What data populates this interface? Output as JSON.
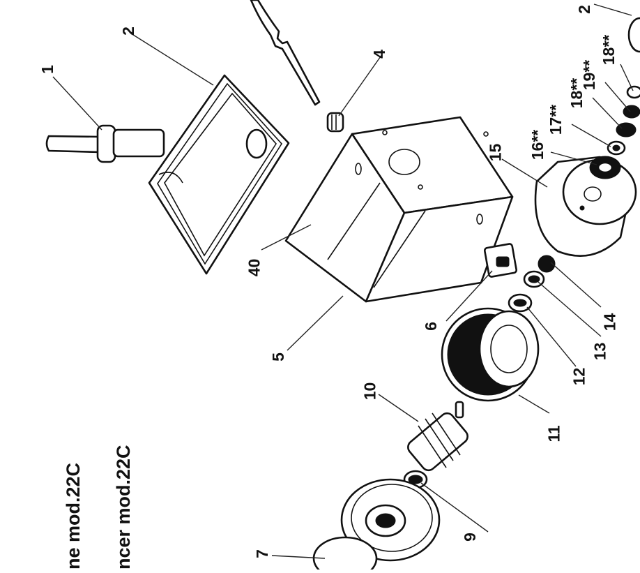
{
  "titles": {
    "line1": "ne mod.22C",
    "line2": "ncer mod.22C"
  },
  "labels": {
    "p1": "1",
    "p2": "2",
    "p4": "4",
    "p5": "5",
    "p6": "6",
    "p7": "7",
    "p9": "9",
    "p10": "10",
    "p11": "11",
    "p12": "12",
    "p13": "13",
    "p14": "14",
    "p15": "15",
    "p16": "16**",
    "p17": "17**",
    "p18a": "18**",
    "p19": "19**",
    "p18b": "18**",
    "p2top": "2",
    "p40": "40"
  }
}
